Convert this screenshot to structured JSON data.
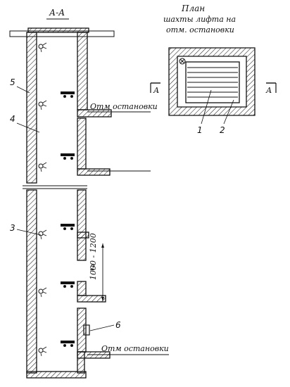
{
  "section_title": "А-А",
  "plan_title": {
    "line1": "План",
    "line2": "шахты лифта на",
    "line3": "отм. остановки"
  },
  "section_marks": {
    "left": "А",
    "right": "А"
  },
  "level_labels": {
    "upper": "Отм остановки",
    "lower": "Отм остановки"
  },
  "dimension": {
    "value": "1000 - 1200",
    "side_mark": "2"
  },
  "callouts": {
    "c1": "1",
    "c2": "2",
    "c3": "3",
    "c4": "4",
    "c5": "5",
    "c6": "6"
  }
}
